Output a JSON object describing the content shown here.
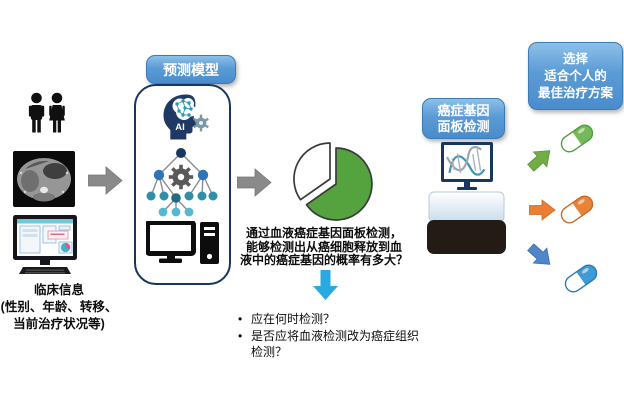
{
  "clinical": {
    "lines": [
      "临床信息",
      "(性别、年龄、转移、",
      "当前治疗状况等)"
    ]
  },
  "model": {
    "label": "预测模型",
    "ai_text": "AI"
  },
  "question": {
    "lines": [
      "通过血液癌症基因面板检测，",
      "能够检测出从癌细胞释放到血",
      "液中的癌症基因的概率有多大？"
    ]
  },
  "bullets": [
    {
      "text": "应在何时检测？"
    },
    {
      "text": "是否应将血液检测改为癌症组织检测？"
    }
  ],
  "panel_test": {
    "lines": [
      "癌症基因",
      "面板检测"
    ]
  },
  "treatment": {
    "lines": [
      "选择",
      "适合个人的",
      "最佳治疗方案"
    ]
  },
  "icons": {
    "left_column": [
      "couple-icon",
      "ct-scan-image",
      "medical-records-monitor-icon"
    ],
    "model_box": [
      "ai-head-icon",
      "decision-tree-icon",
      "desktop-computer-icon"
    ],
    "flow": [
      "arrow-right-icon",
      "arrow-right-icon",
      "arrow-down-icon"
    ],
    "right_column": [
      "dna-sequencer-icon",
      "green-arrow-icon",
      "green-pill-icon",
      "orange-arrow-icon",
      "orange-pill-icon",
      "blue-arrow-icon",
      "blue-pill-icon"
    ]
  },
  "colors": {
    "label_blue": "#5B9BD5",
    "box_border_navy": "#17375E",
    "gray_arrow": "#8A8A8A",
    "cyan_arrow": "#29A9E1",
    "pie_green": "#54A33E",
    "green": "#70AD47",
    "orange": "#ED7D31",
    "blue": "#4E86C8"
  },
  "chart_data": {
    "type": "pie",
    "values": [
      65,
      35
    ],
    "slice_colors": [
      "#54A33E",
      "#FFFFFF"
    ],
    "exploded_slice_index": 1,
    "title": "",
    "legend": false
  }
}
